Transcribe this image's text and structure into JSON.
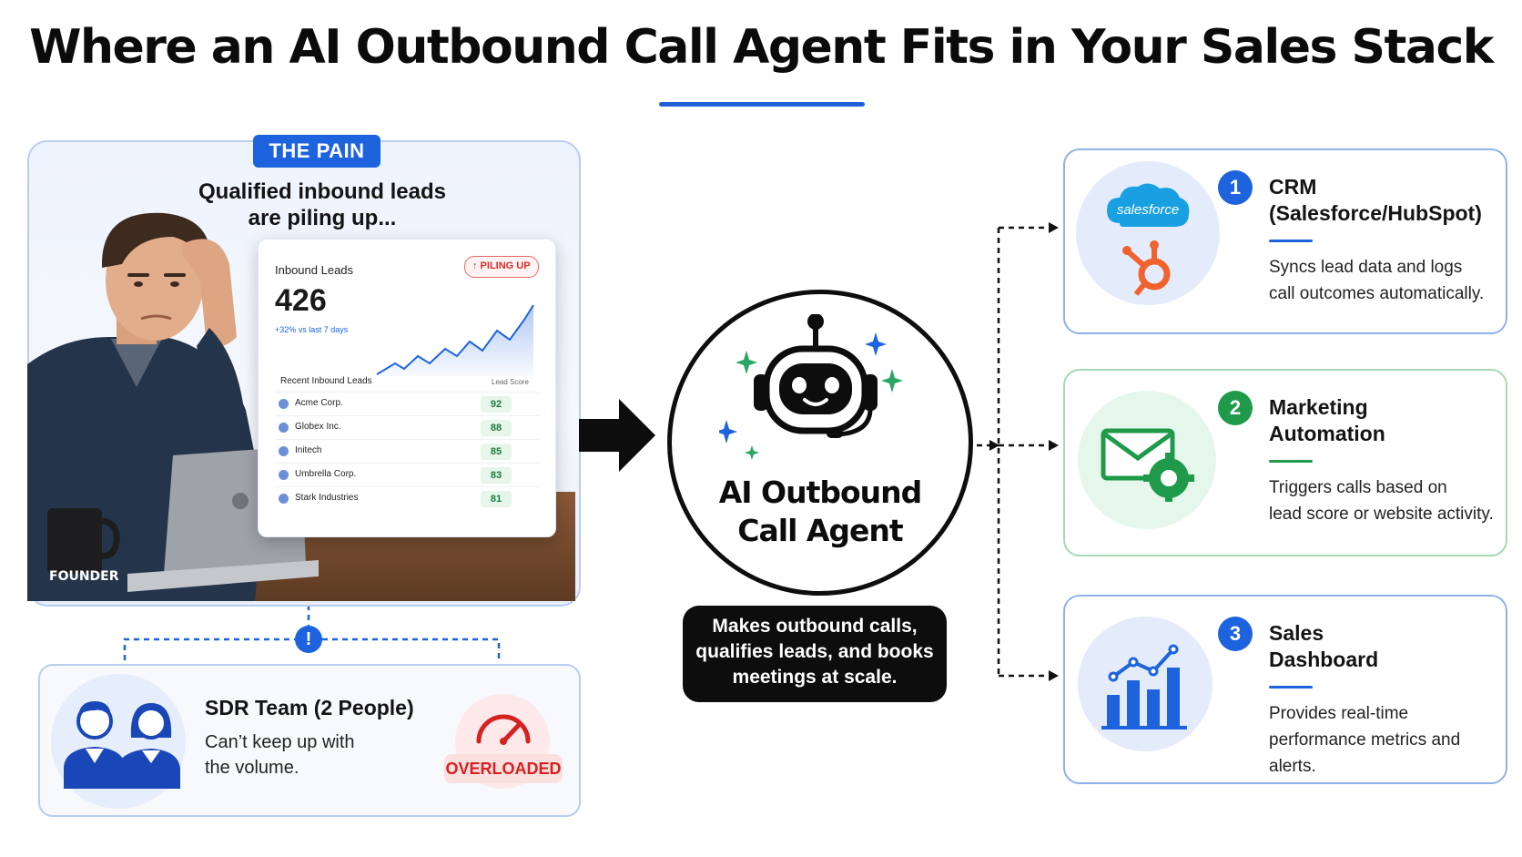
{
  "header": {
    "title": "Where an AI Outbound Call Agent Fits in Your Sales Stack"
  },
  "pain": {
    "badge": "THE PAIN",
    "caption_line1": "Qualified inbound leads",
    "caption_line2": "are piling up...",
    "founder_label": "FOUNDER"
  },
  "leads_card": {
    "title": "Inbound Leads",
    "badge": "↑ PILING UP",
    "value": "426",
    "delta": "+32% vs last 7 days",
    "list_title": "Recent Inbound Leads",
    "score_header": "Lead Score",
    "rows": [
      {
        "name": "Acme Corp.",
        "score": "92"
      },
      {
        "name": "Globex Inc.",
        "score": "88"
      },
      {
        "name": "Initech",
        "score": "85"
      },
      {
        "name": "Umbrella Corp.",
        "score": "83"
      },
      {
        "name": "Stark Industries",
        "score": "81"
      }
    ]
  },
  "alert": {
    "symbol": "!"
  },
  "sdr": {
    "title": "SDR Team (2 People)",
    "desc_line1": "Can’t keep up with",
    "desc_line2": "the volume.",
    "status": "OVERLOADED"
  },
  "agent": {
    "title_line1": "AI Outbound",
    "title_line2": "Call Agent",
    "desc_line1": "Makes outbound calls,",
    "desc_line2": "qualifies leads, and books",
    "desc_line3": "meetings at scale."
  },
  "integrations": [
    {
      "number": "1",
      "title_line1": "CRM",
      "title_line2": "(Salesforce/HubSpot)",
      "desc_line1": "Syncs lead data and logs",
      "desc_line2": "call outcomes automatically.",
      "logo_text": "salesforce"
    },
    {
      "number": "2",
      "title_line1": "Marketing",
      "title_line2": "Automation",
      "desc_line1": "Triggers calls based on",
      "desc_line2": "lead score or website activity."
    },
    {
      "number": "3",
      "title_line1": "Sales",
      "title_line2": "Dashboard",
      "desc_line1": "Provides real-time",
      "desc_line2": "performance metrics and alerts."
    }
  ],
  "colors": {
    "brand_blue": "#1d63de",
    "green": "#1f9a4b",
    "alert_red": "#d42121",
    "black": "#0d0d0d"
  }
}
